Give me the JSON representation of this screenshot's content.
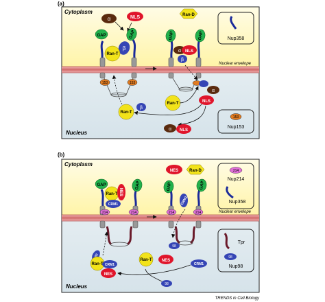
{
  "panel_a": {
    "letter": "(a)",
    "cytoplasm": "Cytoplasm",
    "nucleus": "Nucleus",
    "envelope": "Nuclear envelope",
    "alpha": "α",
    "beta": "β",
    "nls": "NLS",
    "gap": "GAP",
    "ran_t": "Ran-T",
    "ran_d": "Ran-D",
    "n153": "153",
    "legend_nup358": "Nup358",
    "legend_nup153": "Nup153"
  },
  "panel_b": {
    "letter": "(b)",
    "cytoplasm": "Cytoplasm",
    "nucleus": "Nucleus",
    "envelope": "Nuclear envelope",
    "nes": "NES",
    "gap": "GAP",
    "ran_t": "Ran-T",
    "ran_d": "Ran-D",
    "crm1": "CRM1",
    "n214": "214",
    "n98": "98",
    "legend_nup214": "Nup214",
    "legend_nup358": "Nup358",
    "legend_tpr": "Tpr",
    "legend_nup98": "Nup98"
  },
  "footer": "TRENDS in Cell Biology",
  "colors": {
    "cytoplasm_top": "#fffbe0",
    "cytoplasm_bottom": "#fff3a0",
    "nucleus": "#dfe9ee",
    "envelope": "#d98a8a",
    "gap": "#22b14c",
    "nls": "#e0152b",
    "alpha": "#5a2a0e",
    "beta": "#3545b5",
    "ran": "#f2e31a",
    "nup153": "#e07b22",
    "nup214": "#e070d8",
    "tpr": "#6a1a2a"
  }
}
